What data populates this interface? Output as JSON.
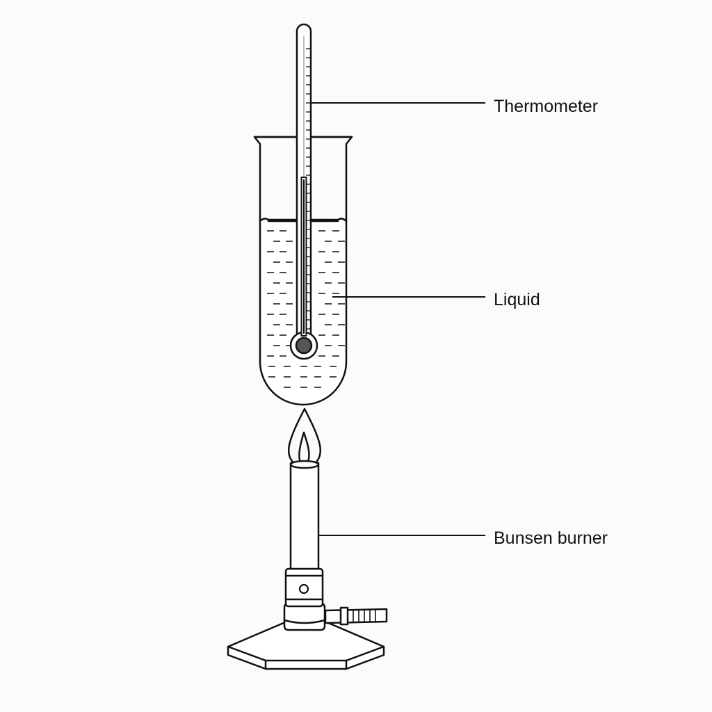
{
  "labels": {
    "thermometer": "Thermometer",
    "liquid": "Liquid",
    "bunsen_burner": "Bunsen burner"
  },
  "colors": {
    "line": "#111111",
    "background": "#fbfbfb",
    "bulb": "#555555"
  }
}
